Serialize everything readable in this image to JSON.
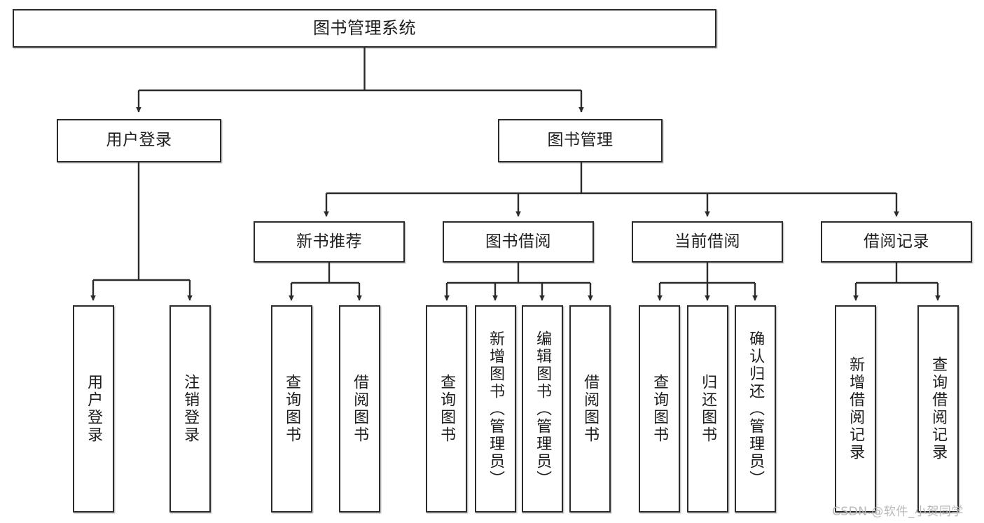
{
  "diagram": {
    "title": "图书管理系统",
    "watermark": "CSDN @软件_小贺同学",
    "colors": {
      "border": "#2b2b2b",
      "background": "#ffffff",
      "text": "#1d1d1d",
      "edge": "#2b2b2b",
      "watermark": "#b9b9b9"
    }
  },
  "nodes": {
    "root": {
      "label": "图书管理系统"
    },
    "level2": [
      {
        "label": "用户登录"
      },
      {
        "label": "图书管理"
      }
    ],
    "level3": [
      {
        "label": "新书推荐"
      },
      {
        "label": "图书借阅"
      },
      {
        "label": "当前借阅"
      },
      {
        "label": "借阅记录"
      }
    ],
    "leaves": {
      "user_login": [
        {
          "label": "用户登录"
        },
        {
          "label": "注销登录"
        }
      ],
      "new_book": [
        {
          "label": "查询图书"
        },
        {
          "label": "借阅图书"
        }
      ],
      "book_borrow": [
        {
          "label": "查询图书"
        },
        {
          "label": "新增图书（管理员）"
        },
        {
          "label": "编辑图书（管理员）"
        },
        {
          "label": "借阅图书"
        }
      ],
      "current_borrow": [
        {
          "label": "查询图书"
        },
        {
          "label": "归还图书"
        },
        {
          "label": "确认归还（管理员）"
        }
      ],
      "borrow_record": [
        {
          "label": "新增借阅记录"
        },
        {
          "label": "查询借阅记录"
        }
      ]
    }
  }
}
